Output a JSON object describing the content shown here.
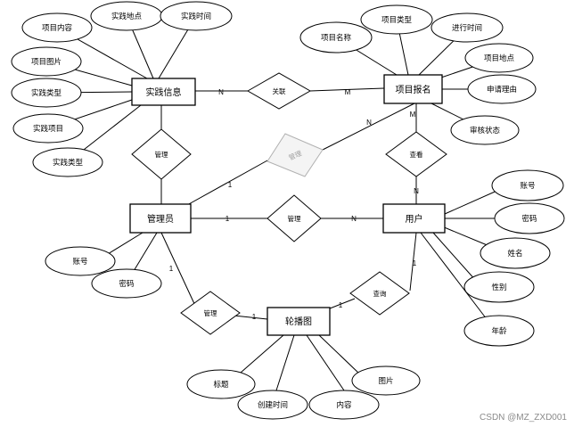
{
  "entities": {
    "practice": "实践信息",
    "project_signup": "项目报名",
    "admin": "管理员",
    "user": "用户",
    "carousel": "轮播图"
  },
  "practice_attrs": [
    "项目内容",
    "实践地点",
    "实践时间",
    "项目图片",
    "实践类型",
    "实践项目",
    "实践类型"
  ],
  "signup_attrs": [
    "项目名称",
    "项目类型",
    "进行时间",
    "项目地点",
    "申请理由",
    "审核状态"
  ],
  "admin_attrs": [
    "账号",
    "密码"
  ],
  "user_attrs": [
    "账号",
    "密码",
    "姓名",
    "性别",
    "年龄"
  ],
  "carousel_attrs": [
    "标题",
    "创建时间",
    "内容",
    "图片"
  ],
  "relationships": {
    "assoc": "关联",
    "admin_practice": "管理",
    "admin_signup": "管理",
    "admin_user": "管理",
    "user_signup": "查看",
    "admin_carousel": "管理",
    "user_carousel": "查询"
  },
  "cardinalities": {
    "practice_assoc": "N",
    "assoc_signup": "M",
    "admin_signup_1": "1",
    "admin_signup_n": "N",
    "admin_user_1": "1",
    "admin_user_n": "N",
    "signup_view": "M",
    "user_view": "N",
    "admin_carousel_1": "1",
    "admin_carousel_2": "1",
    "user_carousel_1": "1",
    "user_carousel_2": "1"
  },
  "watermark": "CSDN @MZ_ZXD001"
}
